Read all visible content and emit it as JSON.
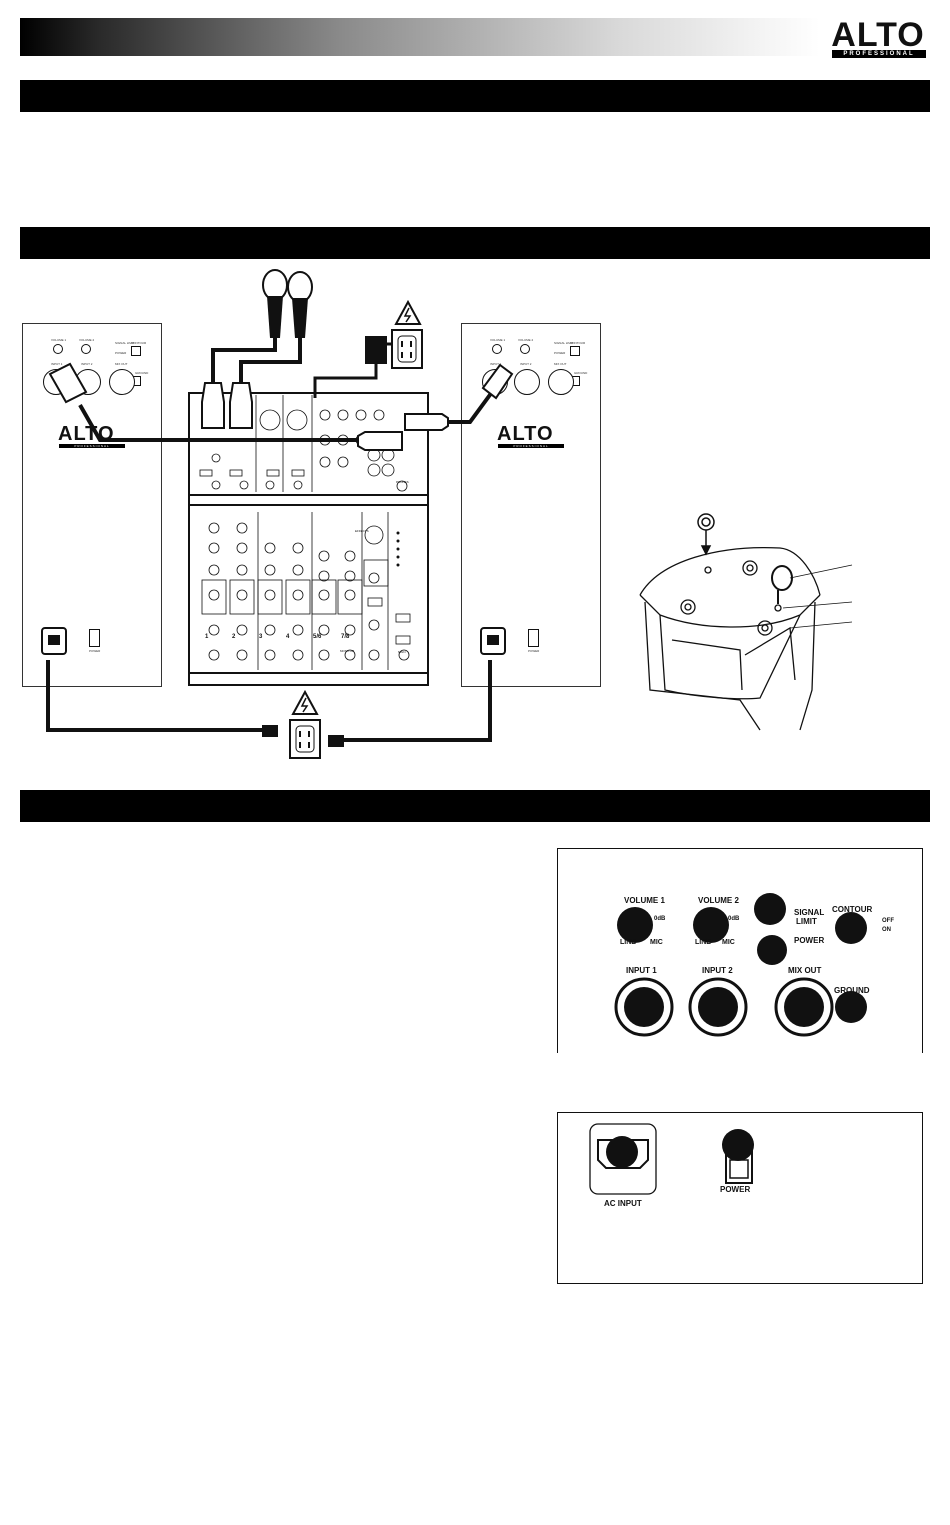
{
  "brand": {
    "logo": "ALTO",
    "logo_sub": "PROFESSIONAL"
  },
  "section_bars": [
    "",
    "",
    ""
  ],
  "speaker_left": {
    "logo": "ALTO",
    "logo_sub": "PROFESSIONAL",
    "volume1": "VOLUME 1",
    "volume2": "VOLUME 2",
    "signal_limit": "SIGNAL LIMIT",
    "power_led": "POWER",
    "contour": "CONTOUR",
    "input1": "INPUT 1",
    "input2": "INPUT 2",
    "mix_out": "MIX OUT",
    "ground": "GROUND",
    "power": "POWER"
  },
  "speaker_right": {
    "logo": "ALTO",
    "logo_sub": "PROFESSIONAL",
    "volume1": "VOLUME 1",
    "volume2": "VOLUME 2",
    "signal_limit": "SIGNAL LIMIT",
    "power_led": "POWER",
    "contour": "CONTOUR",
    "input1": "INPUT 1",
    "input2": "INPUT 2",
    "mix_out": "MIX OUT",
    "ground": "GROUND",
    "power": "POWER"
  },
  "mixer": {
    "channels": [
      "1",
      "2",
      "3",
      "4",
      "5/6",
      "7/8"
    ],
    "effects": "EFFECTS",
    "monitor": "MONITOR",
    "main": "MAIN",
    "phones": "PHONES"
  },
  "rear_panel": {
    "volume1": "VOLUME 1",
    "volume2": "VOLUME 2",
    "line": "LINE",
    "mic": "MIC",
    "zero_db": "0dB",
    "signal_limit_1": "SIGNAL",
    "signal_limit_2": "LIMIT",
    "power_led": "POWER",
    "contour": "CONTOUR",
    "off": "OFF",
    "on": "ON",
    "input1": "INPUT 1",
    "input2": "INPUT 2",
    "mix_out": "MIX OUT",
    "ground": "GROUND"
  },
  "power_panel": {
    "ac_input": "AC INPUT",
    "power": "POWER"
  },
  "icons": [
    "warning-shock-icon",
    "outlet-icon",
    "microphone-icon",
    "eyebolt-icon"
  ],
  "colors": {
    "ink": "#111111",
    "bar": "#000000"
  }
}
